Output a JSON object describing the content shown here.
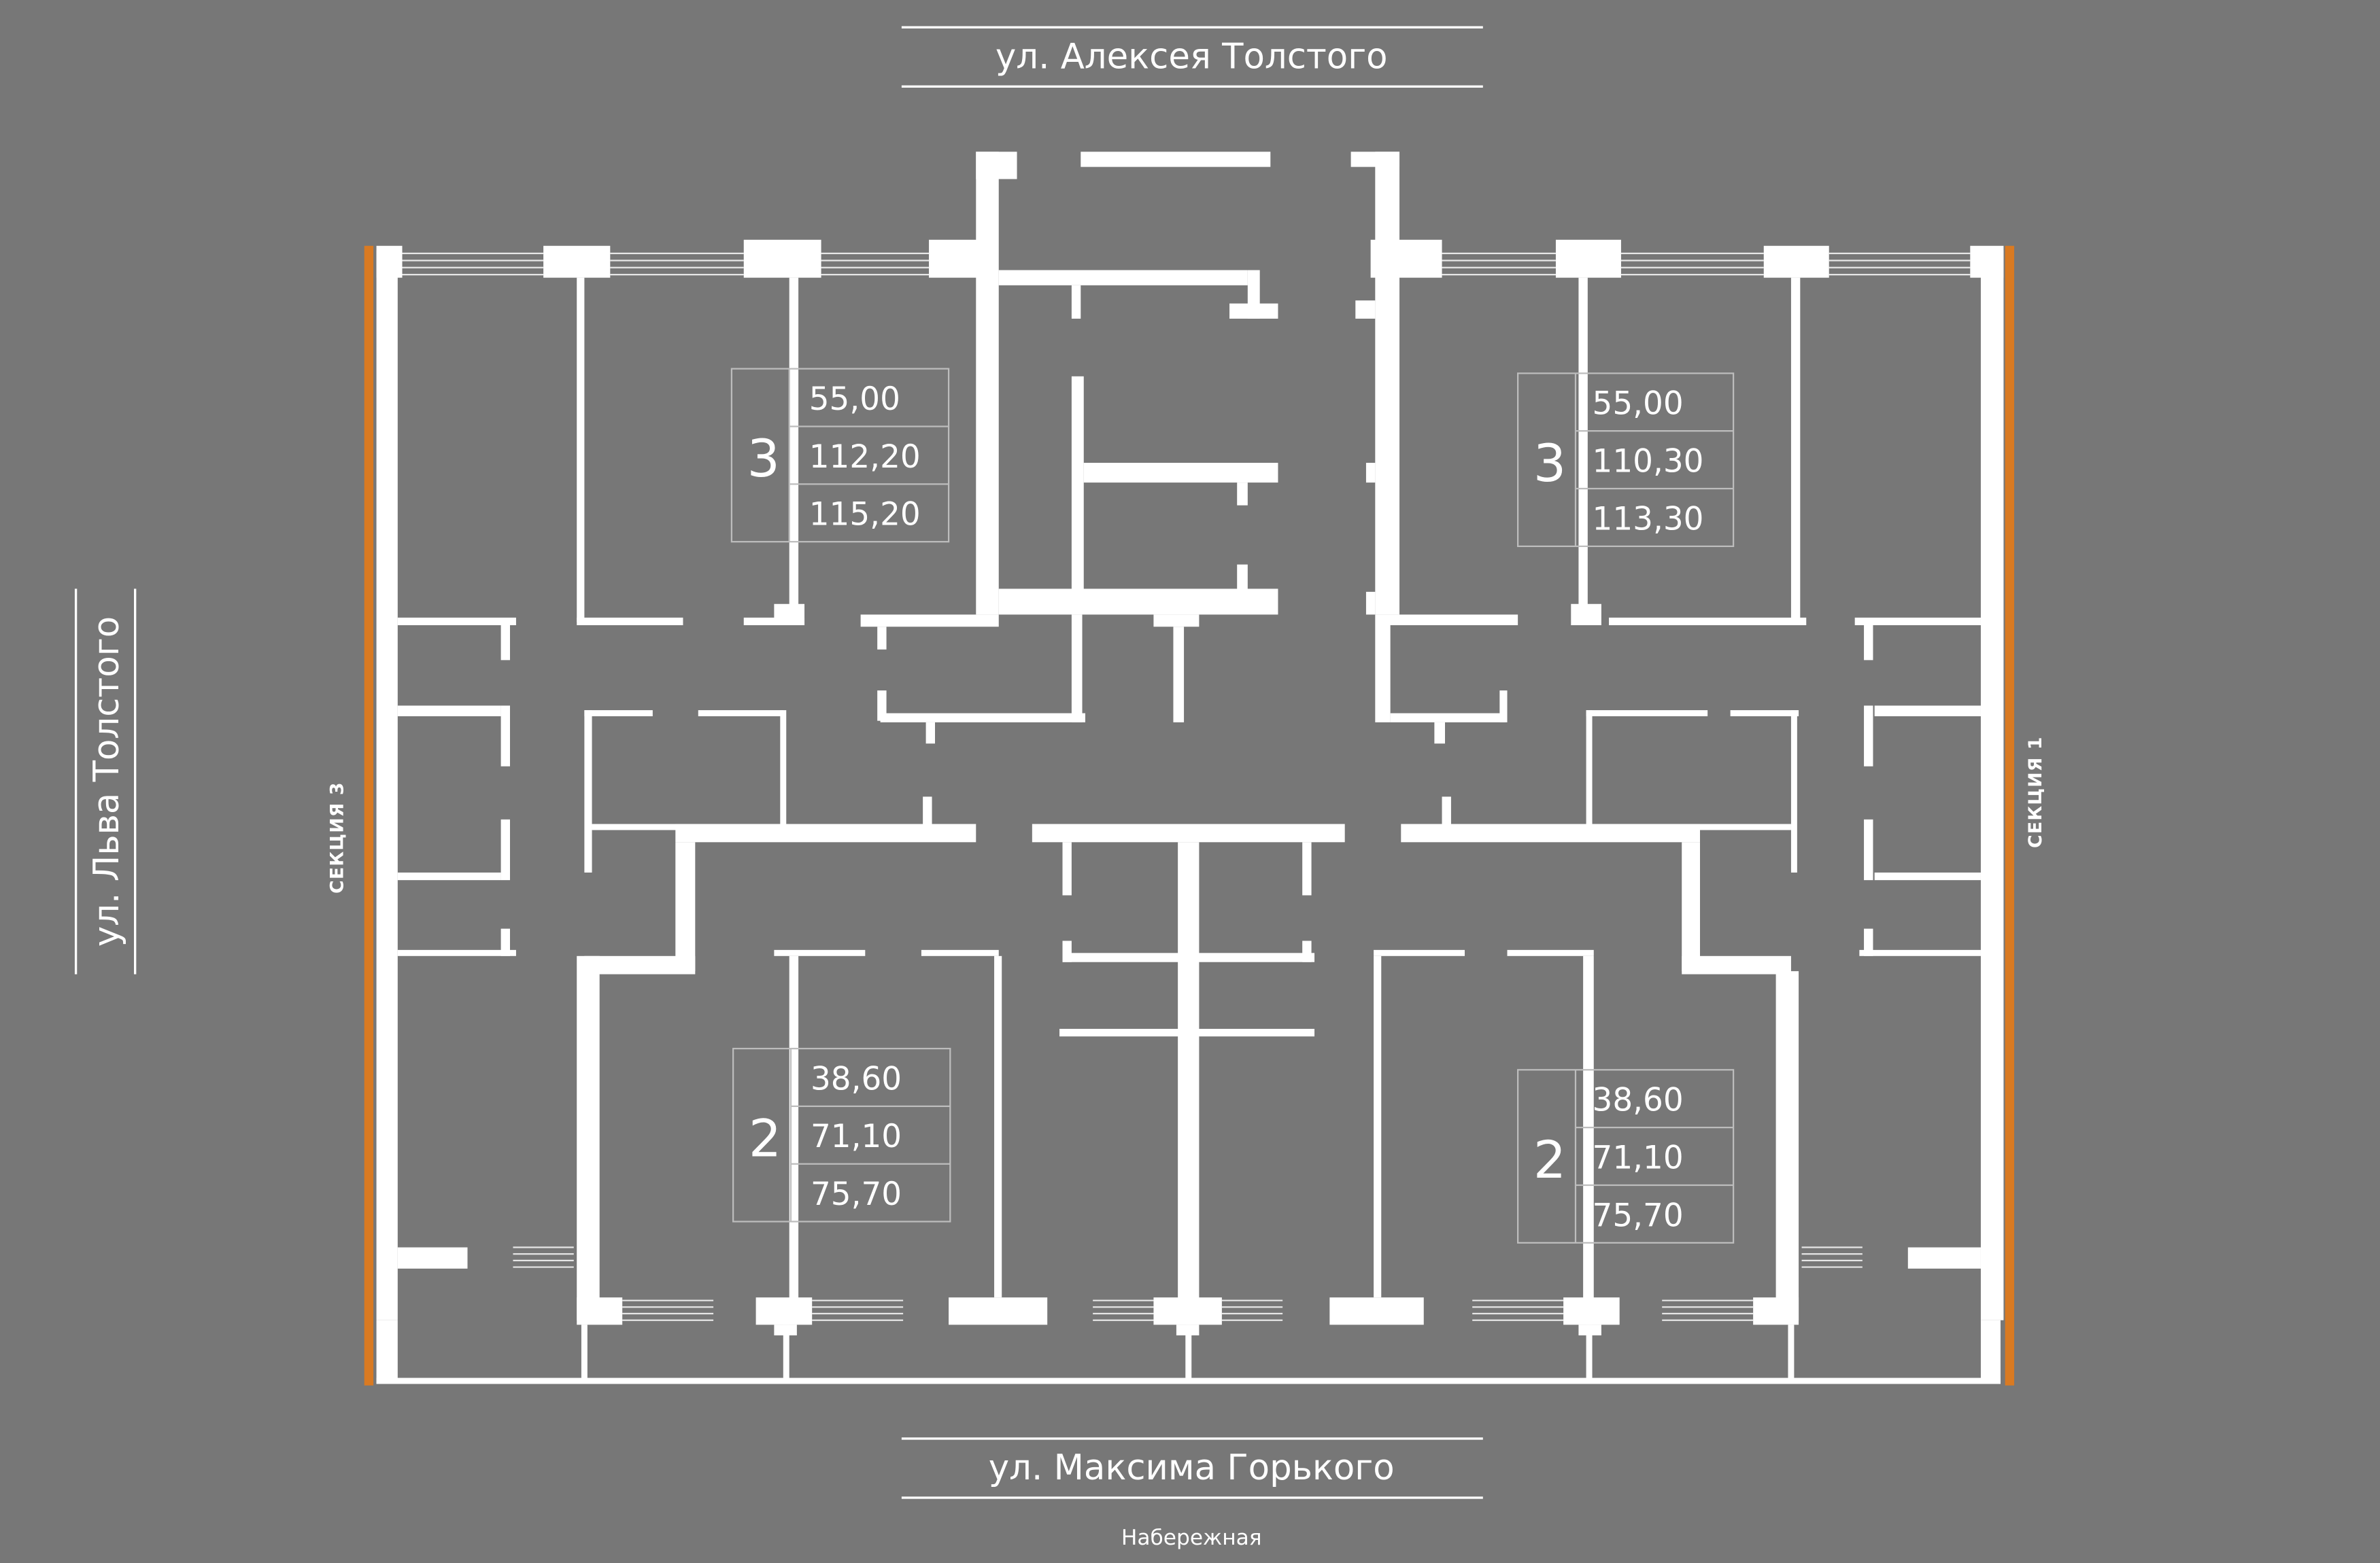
{
  "streets": {
    "top": "ул. Алексея Толстого",
    "bottom": "ул. Максима Горького",
    "left": "ул. Льва Толстого",
    "embankment": "Набережная"
  },
  "sections": {
    "left": "СЕКЦИЯ 3",
    "right": "СЕКЦИЯ 1"
  },
  "colors": {
    "background": "#777777",
    "walls": "#ffffff",
    "section_accent": "#d97a22"
  },
  "apartments": [
    {
      "rooms": "3",
      "living": "55,00",
      "total": "112,20",
      "total_with_balcony": "115,20"
    },
    {
      "rooms": "3",
      "living": "55,00",
      "total": "110,30",
      "total_with_balcony": "113,30"
    },
    {
      "rooms": "2",
      "living": "38,60",
      "total": "71,10",
      "total_with_balcony": "75,70"
    },
    {
      "rooms": "2",
      "living": "38,60",
      "total": "71,10",
      "total_with_balcony": "75,70"
    }
  ]
}
